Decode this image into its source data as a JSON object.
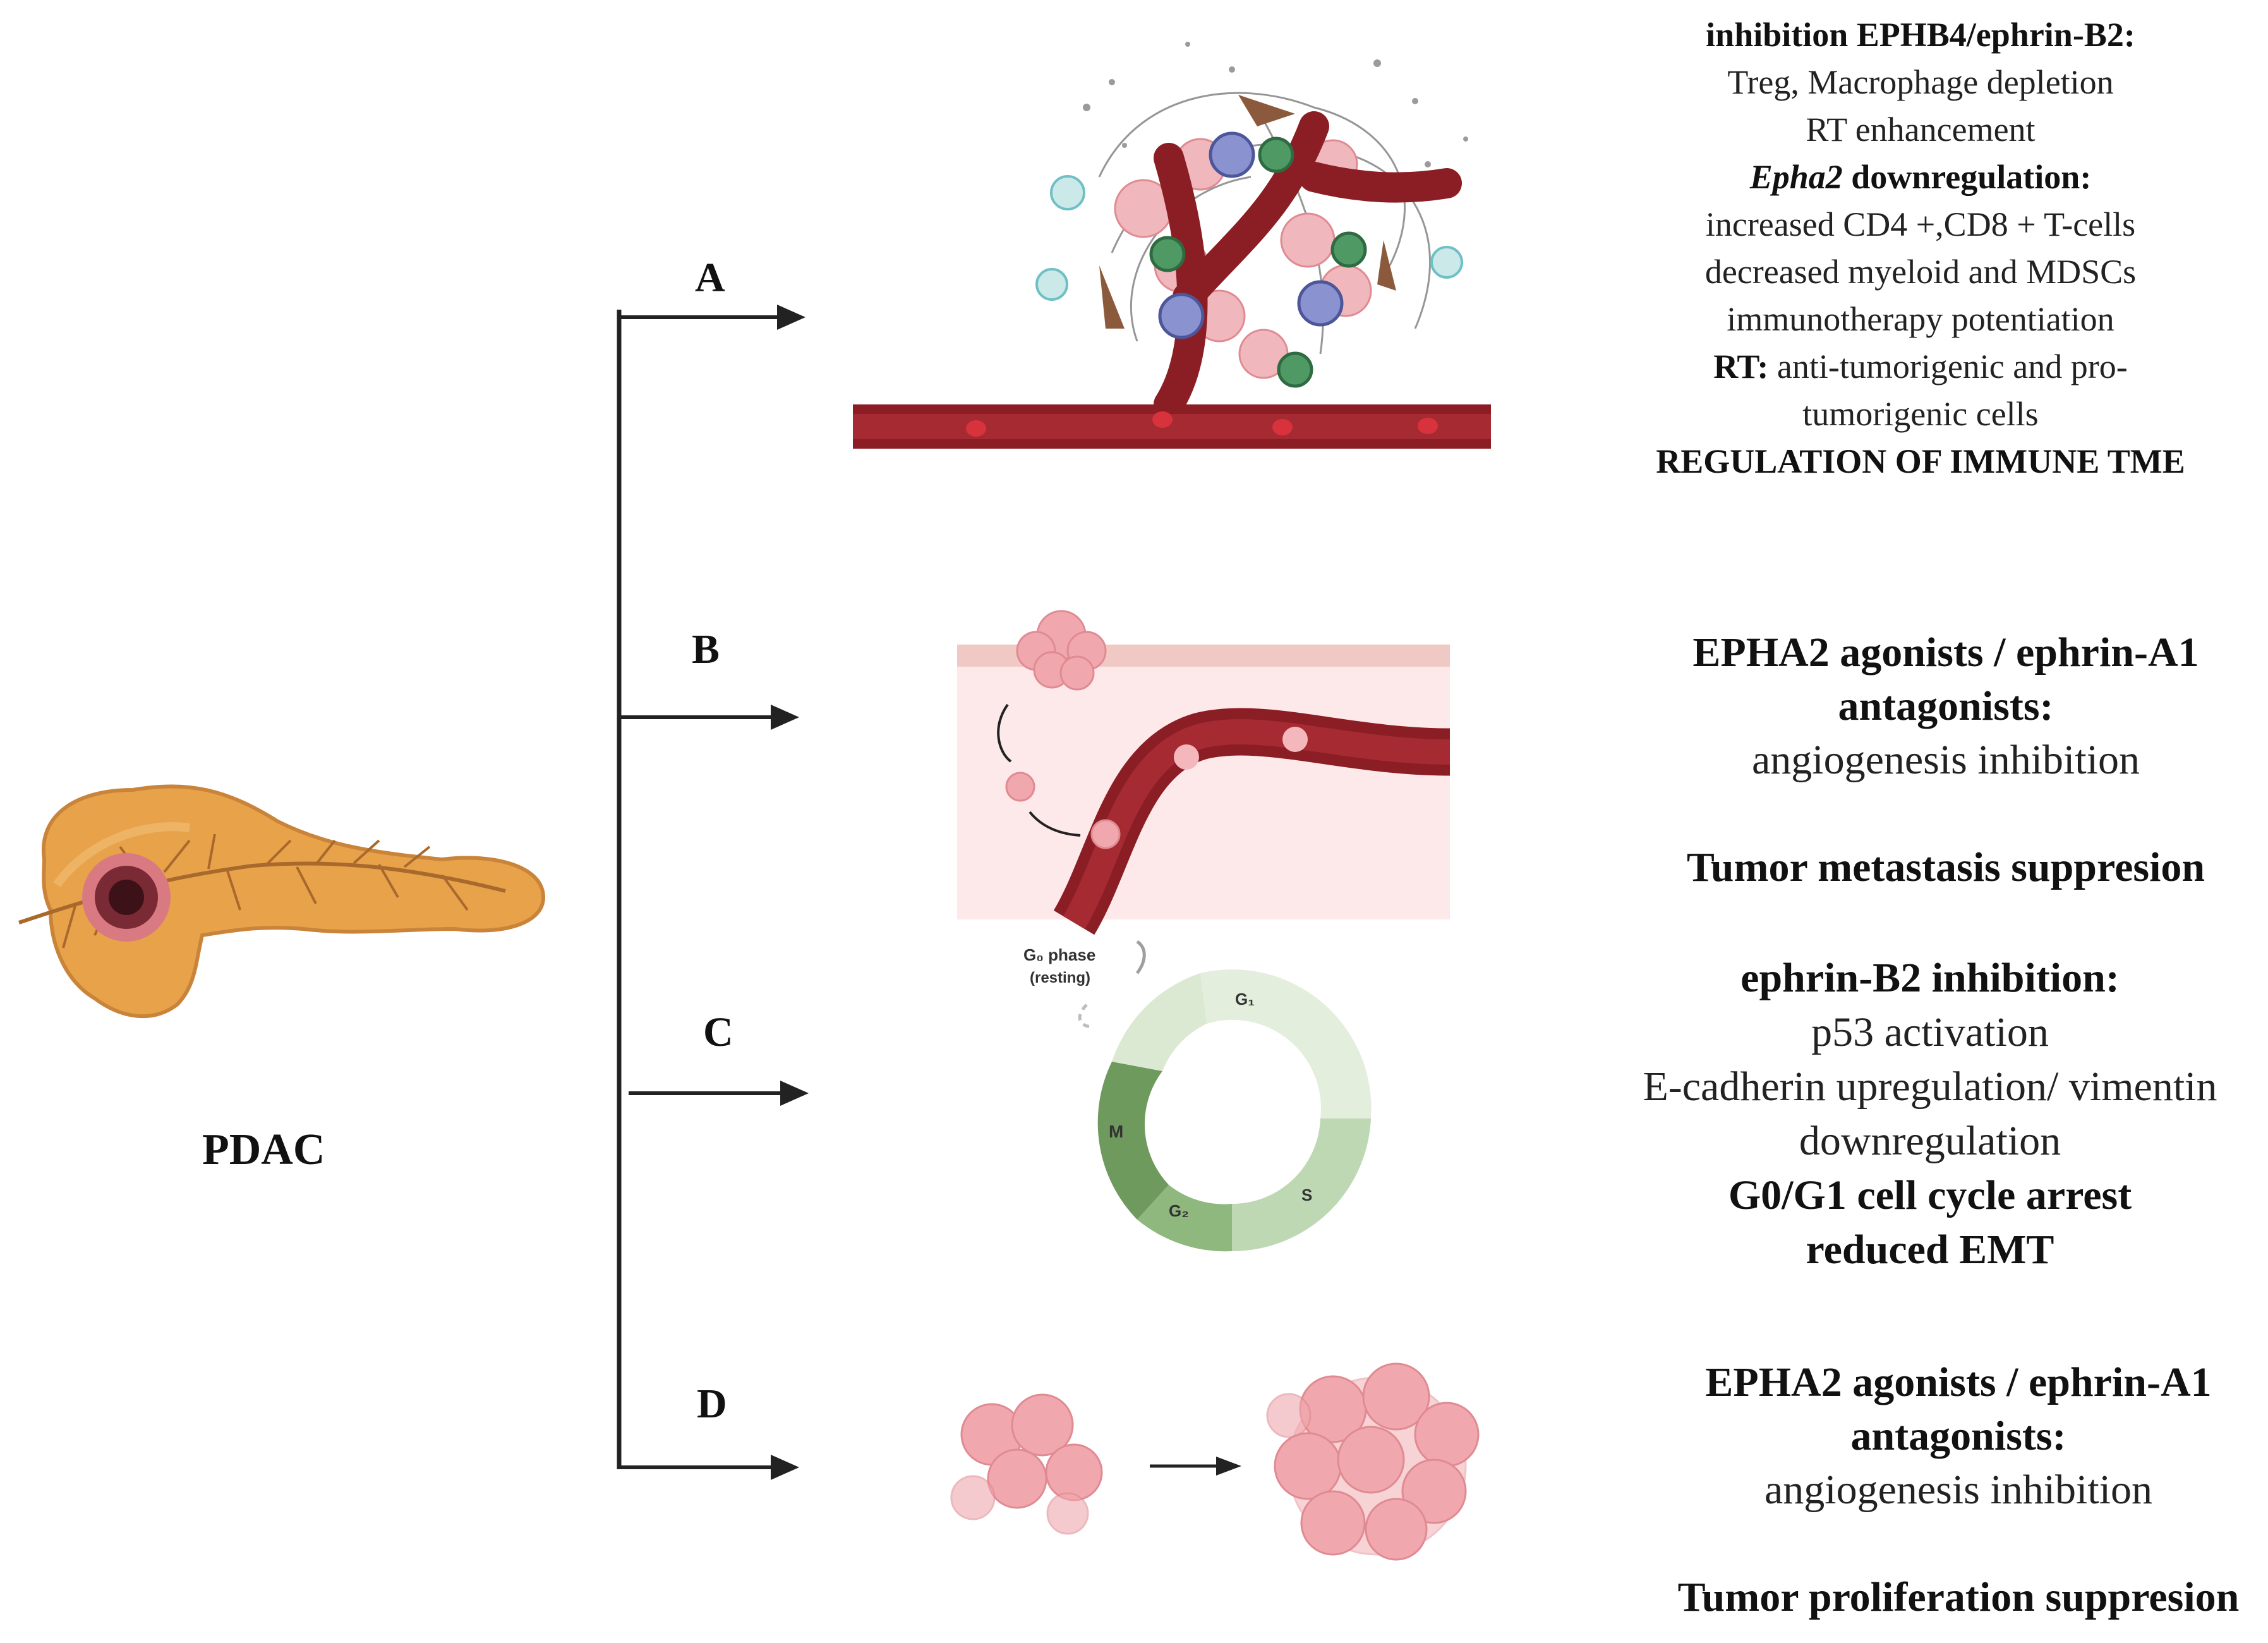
{
  "main": {
    "organ_label": "PDAC",
    "branches": [
      {
        "letter": "A",
        "lines": [
          {
            "text": "inhibition EPHB4/ephrin-B2:",
            "bold": true
          },
          {
            "text": "Treg, Macrophage depletion"
          },
          {
            "text": "RT enhancement"
          },
          {
            "italic_part": "Epha2",
            "text": " downregulation:",
            "bold": true
          },
          {
            "text": "increased CD4 +,CD8 + T-cells"
          },
          {
            "text": "decreased myeloid and MDSCs"
          },
          {
            "text": "immunotherapy potentiation"
          },
          {
            "bold_part": "RT:",
            "text": " anti-tumorigenic and pro-"
          },
          {
            "text": "tumorigenic cells"
          },
          {
            "text": "REGULATION OF IMMUNE TME",
            "bold": true
          }
        ]
      },
      {
        "letter": "B",
        "lines": [
          {
            "text": "EPHA2 agonists / ephrin-A1",
            "bold": true
          },
          {
            "text": "antagonists:",
            "bold": true
          },
          {
            "text": "angiogenesis inhibition"
          },
          {
            "text": ""
          },
          {
            "text": "Tumor metastasis suppresion",
            "bold": true
          }
        ]
      },
      {
        "letter": "C",
        "lines": [
          {
            "text": "ephrin-B2 inhibition:",
            "bold": true
          },
          {
            "text": "p53 activation"
          },
          {
            "text": "E-cadherin upregulation/ vimentin"
          },
          {
            "text": "downregulation"
          },
          {
            "text": "G0/G1 cell cycle arrest",
            "bold": true
          },
          {
            "text": "reduced EMT",
            "bold": true
          }
        ]
      },
      {
        "letter": "D",
        "lines": [
          {
            "text": "EPHA2 agonists / ephrin-A1",
            "bold": true
          },
          {
            "text": "antagonists:",
            "bold": true
          },
          {
            "text": "angiogenesis inhibition"
          },
          {
            "text": ""
          },
          {
            "text": "Tumor proliferation suppresion",
            "bold": true
          }
        ]
      }
    ],
    "cell_cycle": {
      "g0_label": "G₀ phase",
      "g0_sub": "(resting)",
      "phases": [
        "G₁",
        "S",
        "G₂",
        "M"
      ]
    }
  },
  "colors": {
    "vessel": "#8b1d24",
    "vessel_dark": "#5c1016",
    "tumor": "#e89aa0",
    "pancreas": "#e8a24a",
    "cycle_light": "#e3eedd",
    "cycle_mid": "#bfd8b4",
    "cycle_dark": "#6f9a5e"
  }
}
